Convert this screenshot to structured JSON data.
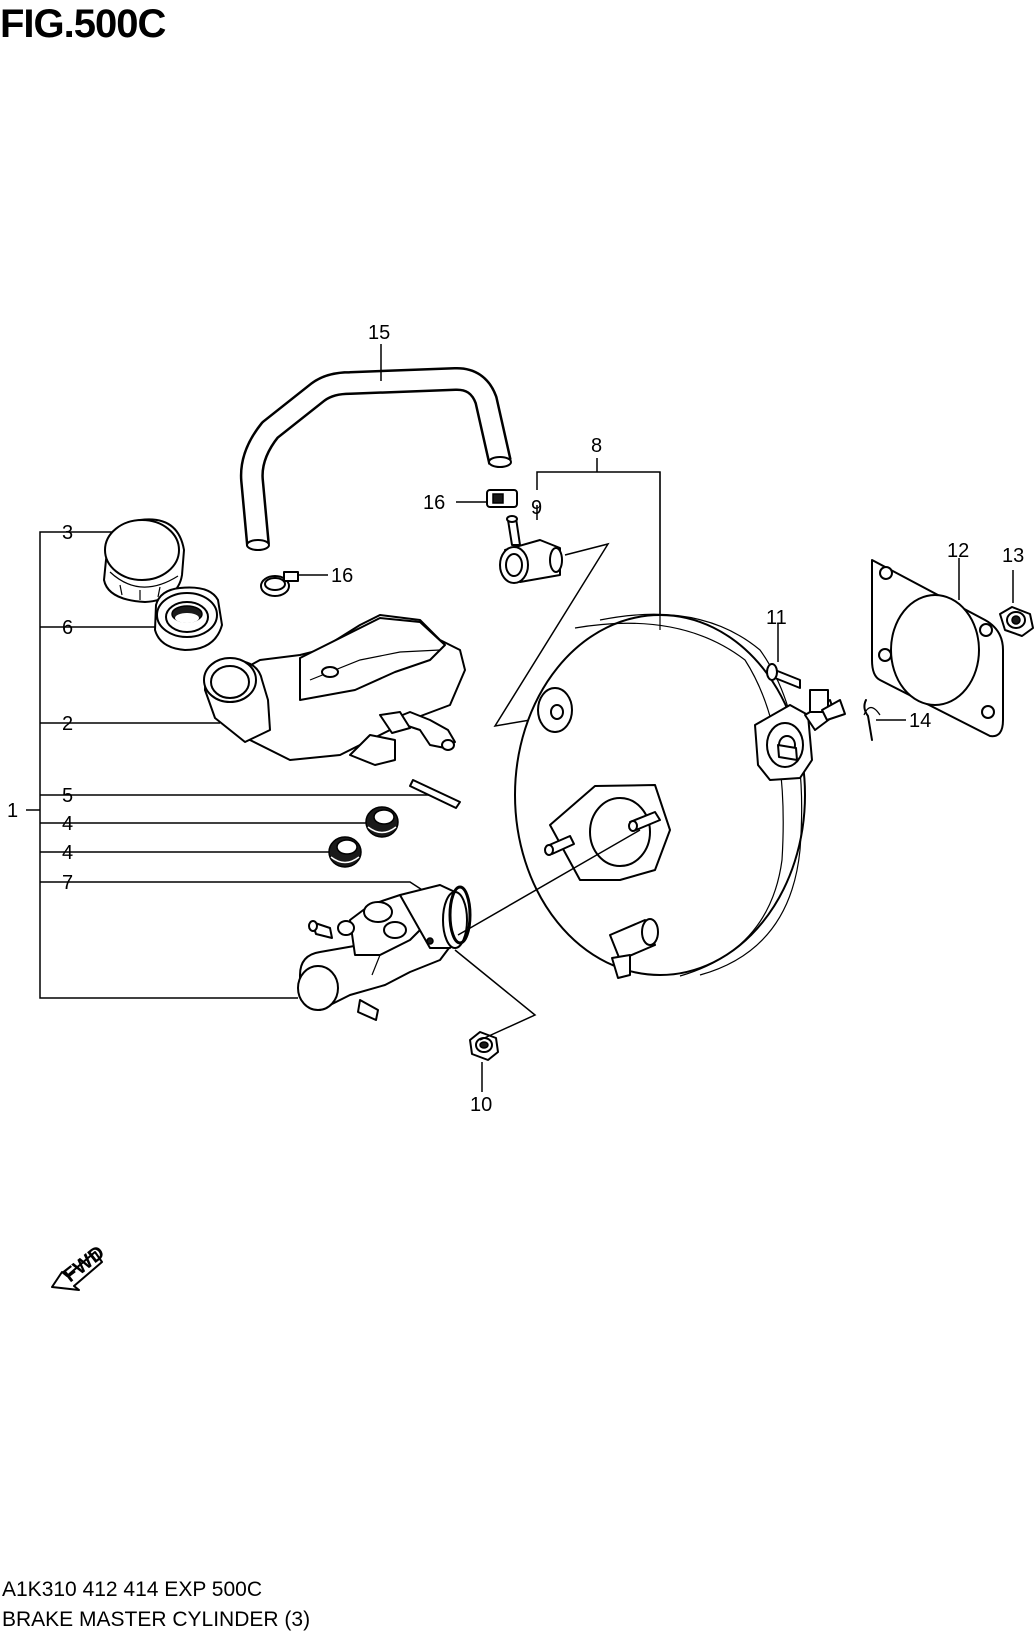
{
  "figure": {
    "title": "FIG.500C"
  },
  "footer": {
    "code": "A1K310 412 414 EXP 500C",
    "title": "BRAKE MASTER CYLINDER (3)"
  },
  "callouts": {
    "c1": "1",
    "c2": "2",
    "c3": "3",
    "c4a": "4",
    "c4b": "4",
    "c5": "5",
    "c6": "6",
    "c7": "7",
    "c8": "8",
    "c9": "9",
    "c10": "10",
    "c11": "11",
    "c12": "12",
    "c13": "13",
    "c14": "14",
    "c15": "15",
    "c16a": "16",
    "c16b": "16"
  },
  "fwd_label": "FWD"
}
